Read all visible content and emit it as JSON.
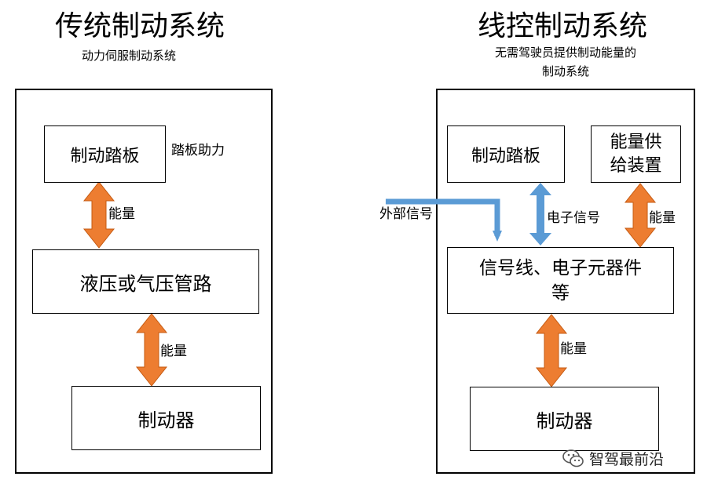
{
  "left": {
    "title": "传统制动系统",
    "subtitle": "动力伺服制动系统",
    "pedal": "制动踏板",
    "pedal_assist": "踏板助力",
    "energy_1": "能量",
    "hydraulic": "液压或气压管路",
    "energy_2": "能量",
    "brake": "制动器"
  },
  "right": {
    "title": "线控制动系统",
    "subtitle_line1": "无需驾驶员提供制动能量的",
    "subtitle_line2": "制动系统",
    "pedal": "制动踏板",
    "energy_supply_line1": "能量供",
    "energy_supply_line2": "给装置",
    "external_signal": "外部信号",
    "electronic_signal": "电子信号",
    "energy_1": "能量",
    "signal_line1": "信号线、电子元器件",
    "signal_line2": "等",
    "energy_2": "能量",
    "brake": "制动器"
  },
  "colors": {
    "energy_arrow": "#ED7D31",
    "signal_arrow": "#5B9BD5"
  },
  "watermark": {
    "icon": "wechat-icon",
    "text": "智驾最前沿"
  }
}
